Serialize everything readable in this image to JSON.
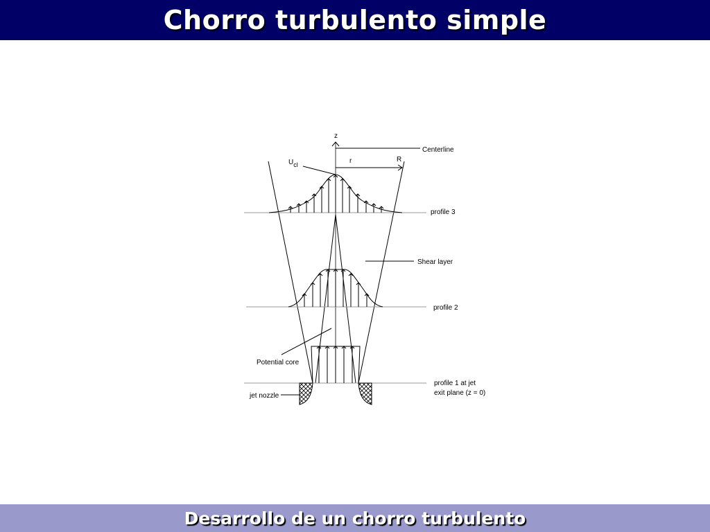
{
  "slide": {
    "title": "Chorro turbulento simple",
    "subtitle": "Desarrollo de un chorro turbulento"
  },
  "colors": {
    "title_bar": "#000066",
    "footer_bar": "#9999cc",
    "text": "#ffffff"
  },
  "diagram": {
    "labels": {
      "z": "z",
      "centerline": "Centerline",
      "r": "r",
      "R": "R",
      "ucl_main": "U",
      "ucl_sub": "cl",
      "profile3": "profile 3",
      "shear_layer": "Shear layer",
      "profile2": "profile 2",
      "potential_core": "Potential core",
      "profile1_line1": "profile 1 at jet",
      "profile1_line2": "exit plane (z = 0)",
      "jet_nozzle": "jet nozzle"
    }
  }
}
